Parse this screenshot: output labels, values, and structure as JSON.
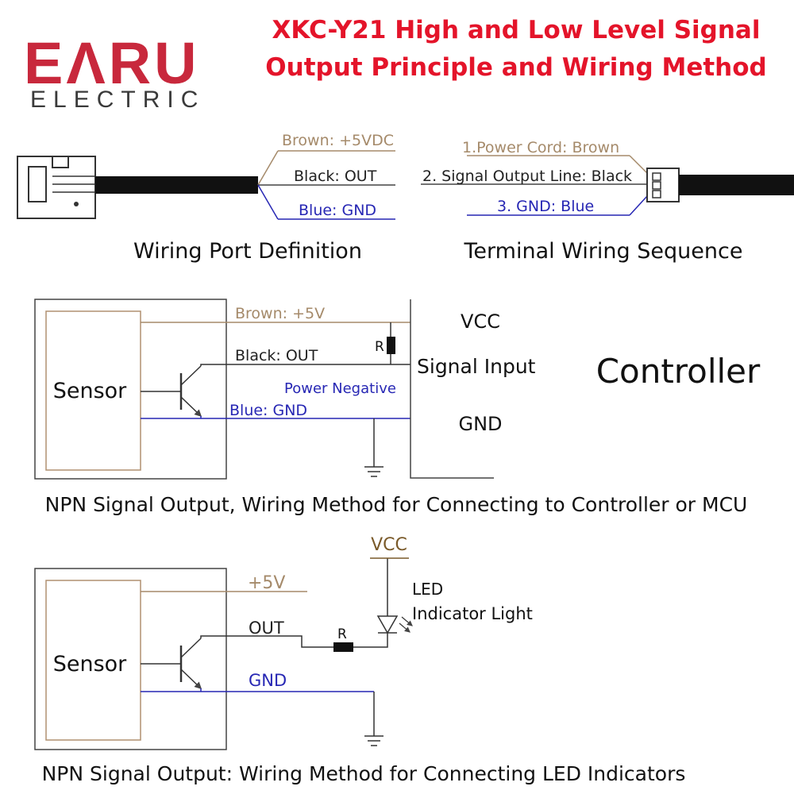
{
  "brand": {
    "logo_main": "EΛRU",
    "logo_sub": "ELECTRIC"
  },
  "header": {
    "title_line1": "XKC-Y21 High and Low Level Signal",
    "title_line2": "Output Principle and Wiring Method"
  },
  "wiring_port": {
    "brown": "Brown: +5VDC",
    "black": "Black:  OUT",
    "blue": "Blue: GND",
    "caption": "Wiring Port Definition"
  },
  "terminal": {
    "line1": "1.Power Cord: Brown",
    "line2": "2. Signal Output Line: Black",
    "line3": "3. GND: Blue",
    "caption": "Terminal Wiring Sequence"
  },
  "npn_controller": {
    "sensor_label": "Sensor",
    "brown": "Brown: +5V",
    "black": "Black:  OUT",
    "power_negative": "Power Negative",
    "blue": "Blue: GND",
    "resistor": "R",
    "vcc": "VCC",
    "signal_input": "Signal Input",
    "gnd": "GND",
    "controller": "Controller",
    "caption": "NPN Signal Output, Wiring Method for Connecting to Controller or MCU"
  },
  "npn_led": {
    "sensor_label": "Sensor",
    "plus5v": "+5V",
    "out": "OUT",
    "gnd": "GND",
    "resistor": "R",
    "vcc": "VCC",
    "led_line1": "LED",
    "led_line2": "Indicator Light",
    "caption": "NPN Signal Output: Wiring Method for Connecting LED Indicators"
  },
  "colors": {
    "brand_red": "#c8283c",
    "brand_dark": "#3a3a3a",
    "title_red": "#e4142a",
    "brown_wire": "#a58a6a",
    "blue_wire": "#2727b4",
    "box_stroke": "#444444",
    "inner_box": "#b09070",
    "vcc_text": "#7a5a2a"
  }
}
